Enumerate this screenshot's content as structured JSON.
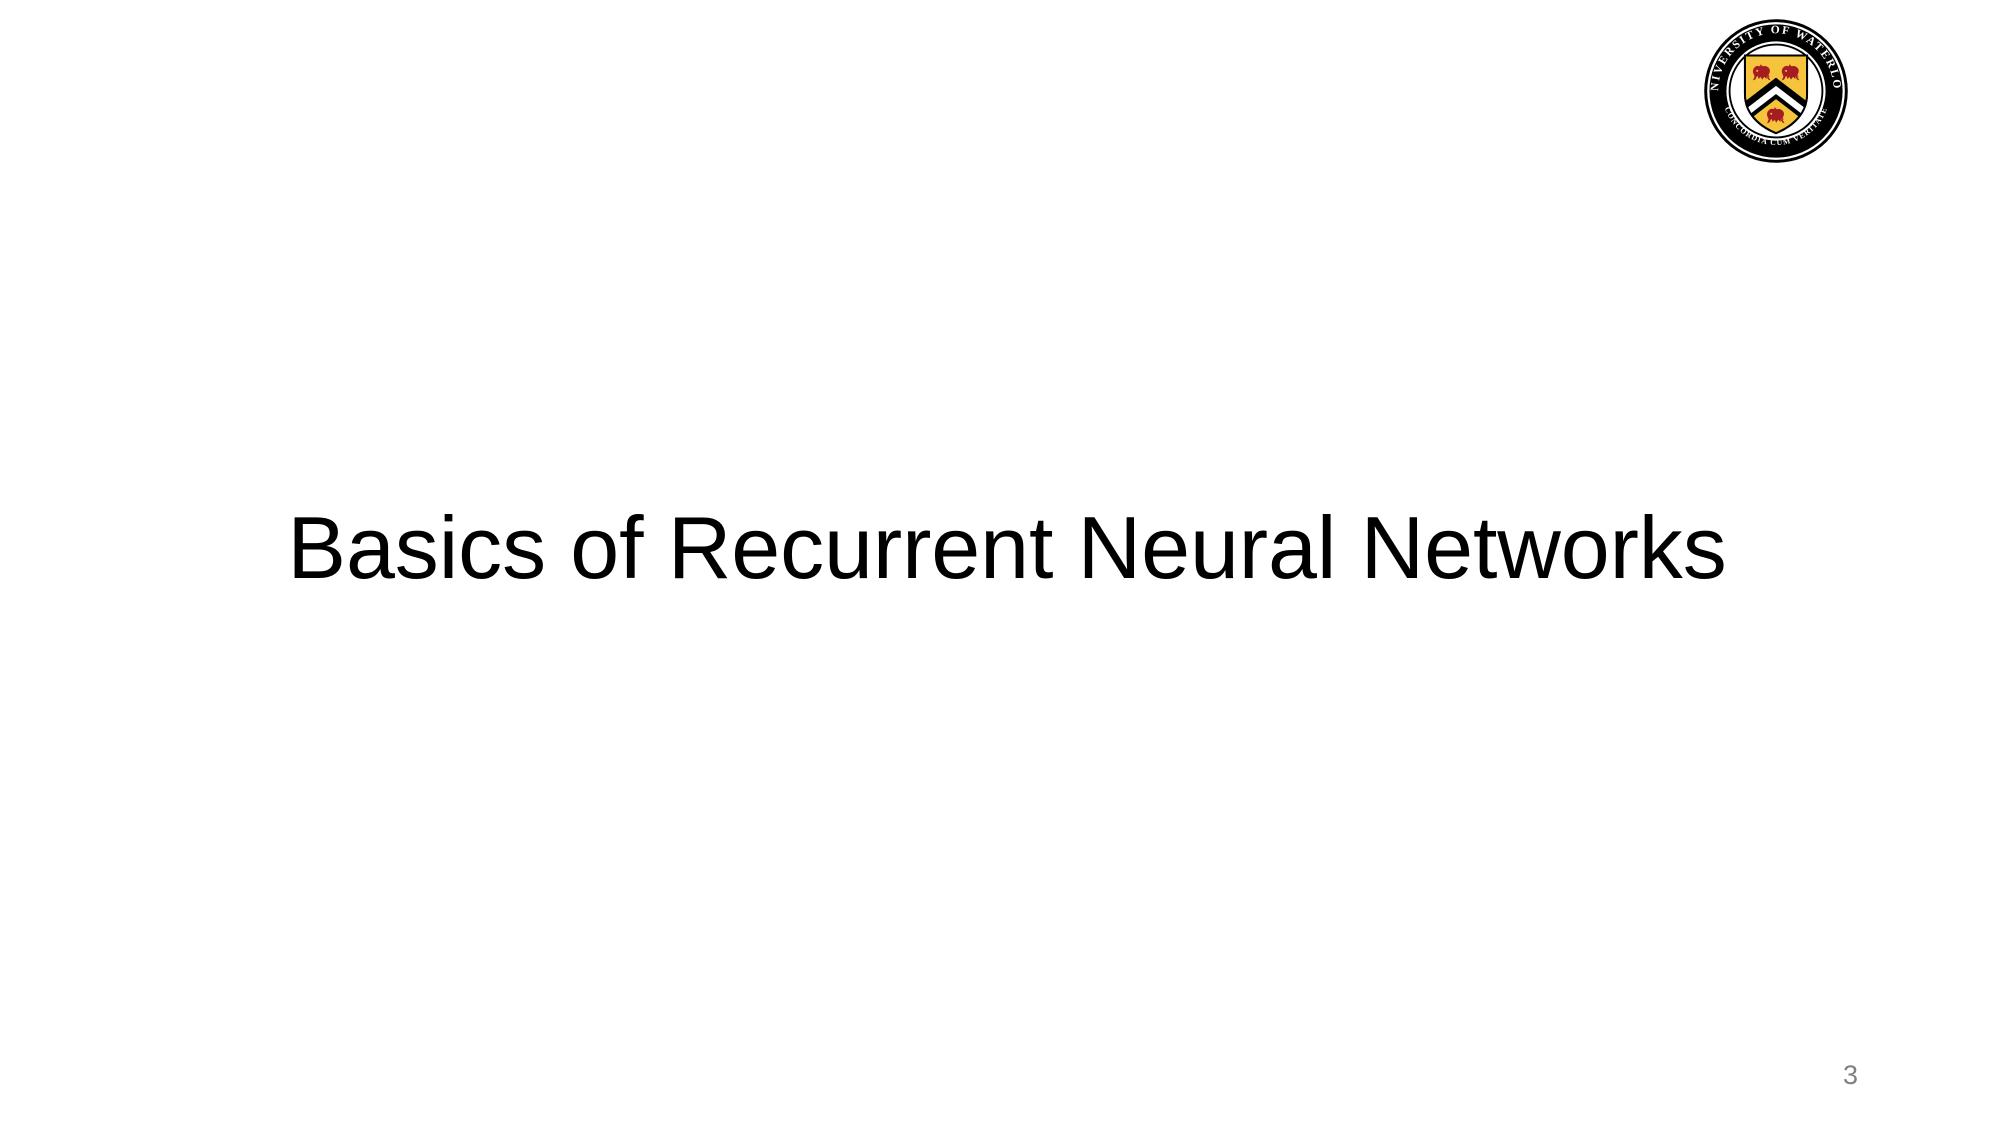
{
  "slide": {
    "background_color": "#ffffff",
    "title": "Basics of Recurrent Neural Networks",
    "slide_number": "3"
  },
  "logo": {
    "name": "university-of-waterloo-seal",
    "outer_ring_text": "UNIVERSITY OF WATERLOO",
    "inner_ring_text": "CONCORDIA CUM VERITATE",
    "shield_description": "gold shield with three red lions and a white chevron",
    "colors": {
      "ring": "#000000",
      "ring_text": "#ffffff",
      "shield_field": "#f5c43c",
      "lion": "#a51c22",
      "chevron": "#ffffff",
      "chevron_outline": "#000000"
    }
  },
  "theme": {
    "text_color": "#000000",
    "slide_number_color": "#808080"
  }
}
